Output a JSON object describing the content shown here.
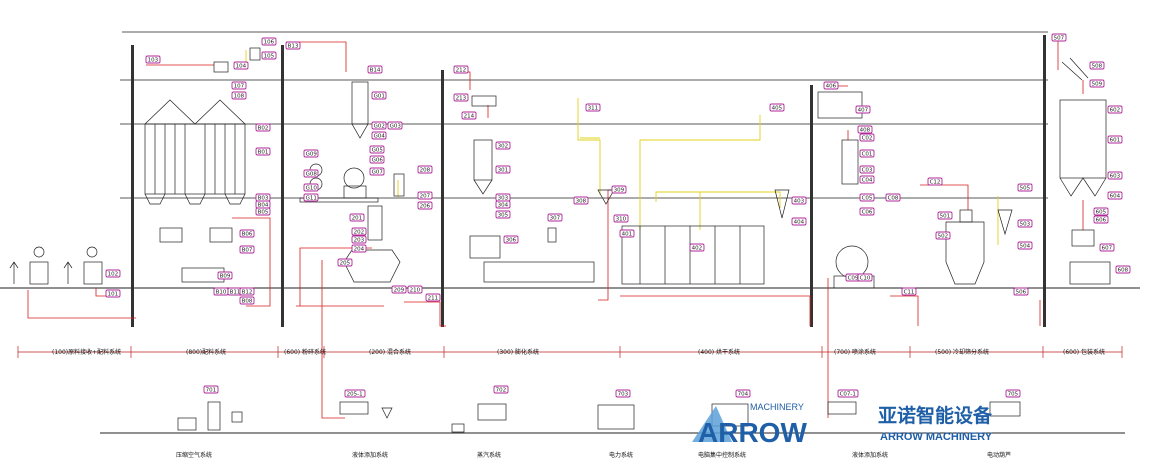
{
  "sections": [
    {
      "id": "s100",
      "label": "(100)原料接收+配料系统"
    },
    {
      "id": "s800",
      "label": "(800)配料系统"
    },
    {
      "id": "s600a",
      "label": "(600) 粉碎系统"
    },
    {
      "id": "s200",
      "label": "(200) 混合系统"
    },
    {
      "id": "s300",
      "label": "(300) 膨化系统"
    },
    {
      "id": "s400",
      "label": "(400) 烘干系统"
    },
    {
      "id": "s700",
      "label": "(700) 喷涂系统"
    },
    {
      "id": "s500",
      "label": "(500) 冷却筛分系统"
    },
    {
      "id": "s600b",
      "label": "(600) 包装系统"
    }
  ],
  "utilities": [
    {
      "id": "u701",
      "tag": "701",
      "label": "压缩空气系统"
    },
    {
      "id": "u205",
      "tag": "205-1",
      "label": "液体添加系统"
    },
    {
      "id": "u702",
      "tag": "702",
      "label": "蒸汽系统"
    },
    {
      "id": "u703",
      "tag": "703",
      "label": "电力系统"
    },
    {
      "id": "u704",
      "tag": "704",
      "label": "电脑集中控制系统"
    },
    {
      "id": "u707",
      "tag": "C07-1",
      "label": "液体添加系统"
    },
    {
      "id": "u705",
      "tag": "705",
      "label": "电动葫芦"
    }
  ],
  "tags": {
    "t101": "101",
    "t102": "102",
    "t103": "103",
    "t104": "104",
    "t105": "105",
    "t106": "106",
    "t107": "107",
    "t108": "108",
    "tB01": "B01",
    "tB02": "B02",
    "tB03": "B03",
    "tB04": "B04",
    "tB05": "B05",
    "tB06": "B06",
    "tB07": "B07",
    "tB08": "B08",
    "tB09": "B09",
    "tB10": "B10",
    "tB11": "B11",
    "tB12": "B12",
    "tB13": "B13",
    "tB14": "B14",
    "tG01": "G01",
    "tG02": "G02",
    "tG03": "G03",
    "tG04": "G04",
    "tG05": "G05",
    "tG06": "G06",
    "tG07": "G07",
    "tG08": "G08",
    "tG09": "G09",
    "tG10": "G10",
    "tG11": "G11",
    "t201": "201",
    "t202": "202",
    "t203": "203",
    "t204": "204",
    "t205": "205",
    "t206": "206",
    "t207": "207",
    "t208": "208",
    "t209": "209",
    "t210": "210",
    "t211": "211",
    "t212": "212",
    "t213": "213",
    "t214": "214",
    "t301": "301",
    "t302": "302",
    "t303": "303",
    "t304": "304",
    "t305": "305",
    "t306": "306",
    "t307": "307",
    "t308": "308",
    "t309": "309",
    "t310": "310",
    "t311": "311",
    "t401": "401",
    "t402": "402",
    "t403": "403",
    "t404": "404",
    "t405": "405",
    "t406": "406",
    "t407": "407",
    "tC01": "C01",
    "tC02": "C02",
    "tC03": "C03",
    "tC04": "C04",
    "tC05": "C05",
    "tC06": "C06",
    "tC08": "C08",
    "tC09": "C09",
    "tC10": "C10",
    "tC11": "C11",
    "tC12": "C12",
    "t408": "408",
    "t501": "501",
    "t502": "502",
    "t503": "503",
    "t504": "504",
    "t505": "505",
    "t506": "506",
    "t507": "507",
    "t508": "508",
    "t509": "509",
    "t601": "601",
    "t602": "602",
    "t603": "603",
    "t604": "604",
    "t605": "605",
    "t606": "606",
    "t607": "607",
    "t608": "608"
  },
  "logo": {
    "brand": "ARROW",
    "tag_word": "MACHINERY",
    "cn": "亚诺智能设备",
    "en": "ARROW MACHINERY",
    "colors": {
      "blue": "#1f5fa8",
      "light": "#5aa0d8"
    }
  }
}
